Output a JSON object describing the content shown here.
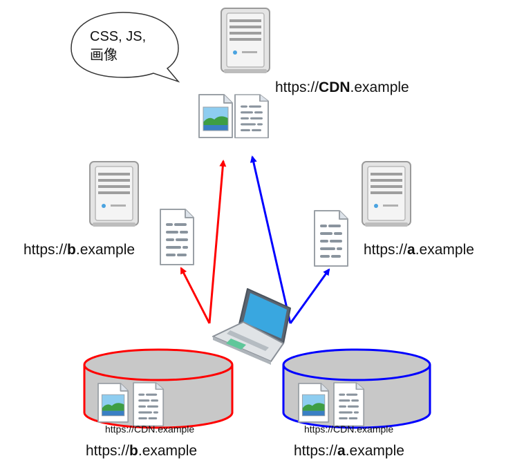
{
  "speech_bubble": {
    "line1": "CSS, JS,",
    "line2": "画像"
  },
  "cdn_server": {
    "prefix": "https://",
    "host": "CDN",
    "suffix": ".example"
  },
  "server_b": {
    "prefix": "https://",
    "host": "b",
    "suffix": ".example"
  },
  "server_a": {
    "prefix": "https://",
    "host": "a",
    "suffix": ".example"
  },
  "cache_b": {
    "inner_caption": "https://CDN.example",
    "label": {
      "prefix": "https://",
      "host": "b",
      "suffix": ".example"
    }
  },
  "cache_a": {
    "inner_caption": "https://CDN.example",
    "label": {
      "prefix": "https://",
      "host": "a",
      "suffix": ".example"
    }
  },
  "colors": {
    "red_partition": "#ff0000",
    "blue_partition": "#0000ff",
    "cylinder_fill": "#c8c8c8",
    "server_body": "#e6e6e6",
    "server_panel": "#f2f2f2"
  },
  "icons": {
    "server": "server-tower-icon",
    "document": "text-document-icon",
    "image": "image-file-icon",
    "laptop": "laptop-icon"
  }
}
